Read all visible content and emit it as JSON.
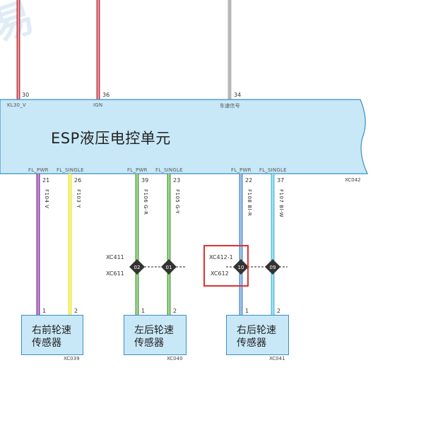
{
  "watermark": "易",
  "unit": {
    "title": "ESP液压电控单元",
    "connector": "XC042",
    "top_pins": [
      {
        "pin": "30",
        "signal": "KL30_V"
      },
      {
        "pin": "36",
        "signal": "IGN"
      },
      {
        "pin": "34",
        "signal": "车速信号"
      }
    ],
    "bottom_pins": [
      {
        "pin": "21",
        "signal": "FL_PWR",
        "circuit": "F104 V"
      },
      {
        "pin": "26",
        "signal": "FL_SINGLE",
        "circuit": "F103 Y"
      },
      {
        "pin": "39",
        "signal": "FL_PWR",
        "circuit": "F106 G-R"
      },
      {
        "pin": "23",
        "signal": "FL_SINGLE",
        "circuit": "F105 G-Y"
      },
      {
        "pin": "22",
        "signal": "FL_PWR",
        "circuit": "F108 Bl-R"
      },
      {
        "pin": "37",
        "signal": "FL_SINGLE",
        "circuit": "F107 Bl-W"
      }
    ]
  },
  "inline_connectors": [
    {
      "upper": "XC411",
      "lower": "XC611",
      "pins": [
        "02",
        "01"
      ]
    },
    {
      "upper": "XC412-1",
      "lower": "XC612",
      "pins": [
        "10",
        "09"
      ]
    }
  ],
  "sensors": [
    {
      "name_line1": "右前轮速",
      "name_line2": "传感器",
      "connector": "XC039",
      "pin1": "1",
      "pin2": "2"
    },
    {
      "name_line1": "左后轮速",
      "name_line2": "传感器",
      "connector": "XC040",
      "pin1": "1",
      "pin2": "2"
    },
    {
      "name_line1": "右后轮速",
      "name_line2": "传感器",
      "connector": "XC041",
      "pin1": "1",
      "pin2": "2"
    }
  ],
  "colors": {
    "unit_fill": "#c8e8f7",
    "unit_border": "#3b8ec2",
    "wire_red": "#c0404a",
    "wire_grey": "#b8b8b8",
    "wire_violet": "#8a3fa0",
    "wire_yellow": "#f0e840",
    "wire_green": "#5aa84a",
    "wire_blue": "#5a8fd0",
    "wire_cyan": "#58c0e0",
    "highlight": "#e03030"
  }
}
